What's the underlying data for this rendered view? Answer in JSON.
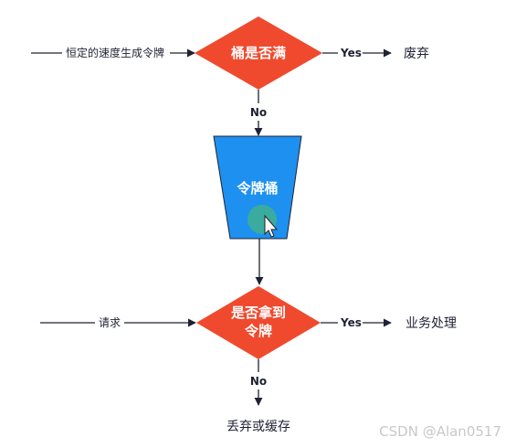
{
  "diagram": {
    "nodes": {
      "bucket_full": {
        "label": "桶是否满",
        "color": "#f04a2e"
      },
      "token_bucket": {
        "label": "令牌桶",
        "color": "#1e90f0"
      },
      "got_token": {
        "label_line1": "是否拿到",
        "label_line2": "令牌",
        "color": "#f04a2e"
      }
    },
    "inputs": {
      "rate": "恒定的速度生成令牌",
      "request": "请求"
    },
    "edges": {
      "yes_top": "Yes",
      "no_top": "No",
      "yes_bottom": "Yes",
      "no_bottom": "No"
    },
    "outcomes": {
      "discard": "废弃",
      "process": "业务处理",
      "discard_or_cache": "丢弃或缓存"
    }
  },
  "watermark": "CSDN @Alan0517",
  "colors": {
    "edge": "#1f2233",
    "cursor_highlight": "#3fb08f"
  }
}
